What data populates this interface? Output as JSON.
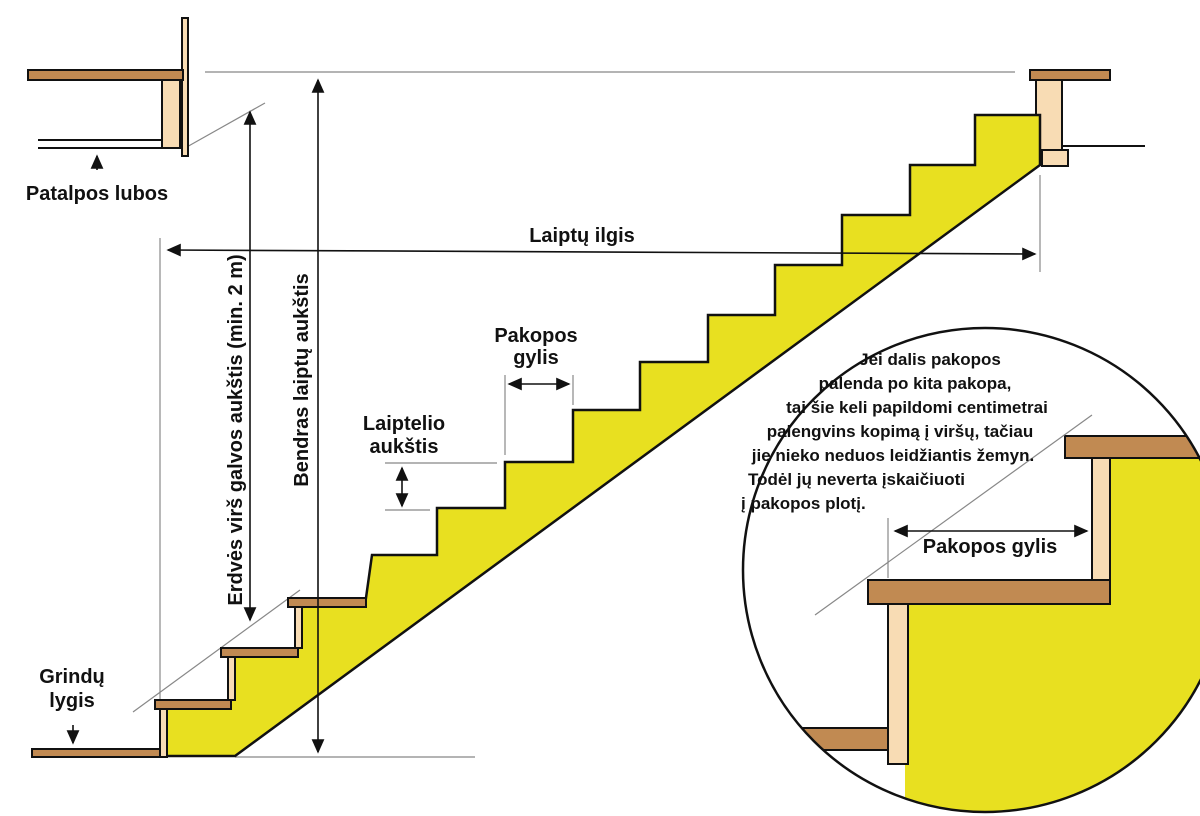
{
  "labels": {
    "ceiling": "Patalpos lubos",
    "floor_line1": "Grindų",
    "floor_line2": "lygis",
    "stair_length": "Laiptų ilgis",
    "total_height": "Bendras laiptų aukštis",
    "headroom": "Erdvės virš galvos aukštis (min. 2 m)",
    "tread_depth_line1": "Pakopos",
    "tread_depth_line2": "gylis",
    "riser_height_line1": "Laiptelio",
    "riser_height_line2": "aukštis",
    "detail_tread_depth": "Pakopos gylis"
  },
  "note": [
    "Jei dalis pakopos",
    "palenda po kita pakopa,",
    "tai šie keli papildomi centimetrai",
    "palengvins kopimą į viršų, tačiau",
    "jie nieko neduos leidžiantis žemyn.",
    "Todėl jų neverta įskaičiuoti",
    "į pakopos plotį."
  ],
  "colors": {
    "stringer": "#e8e020",
    "wood": "#c18a52",
    "riser": "#f8dcb4"
  }
}
